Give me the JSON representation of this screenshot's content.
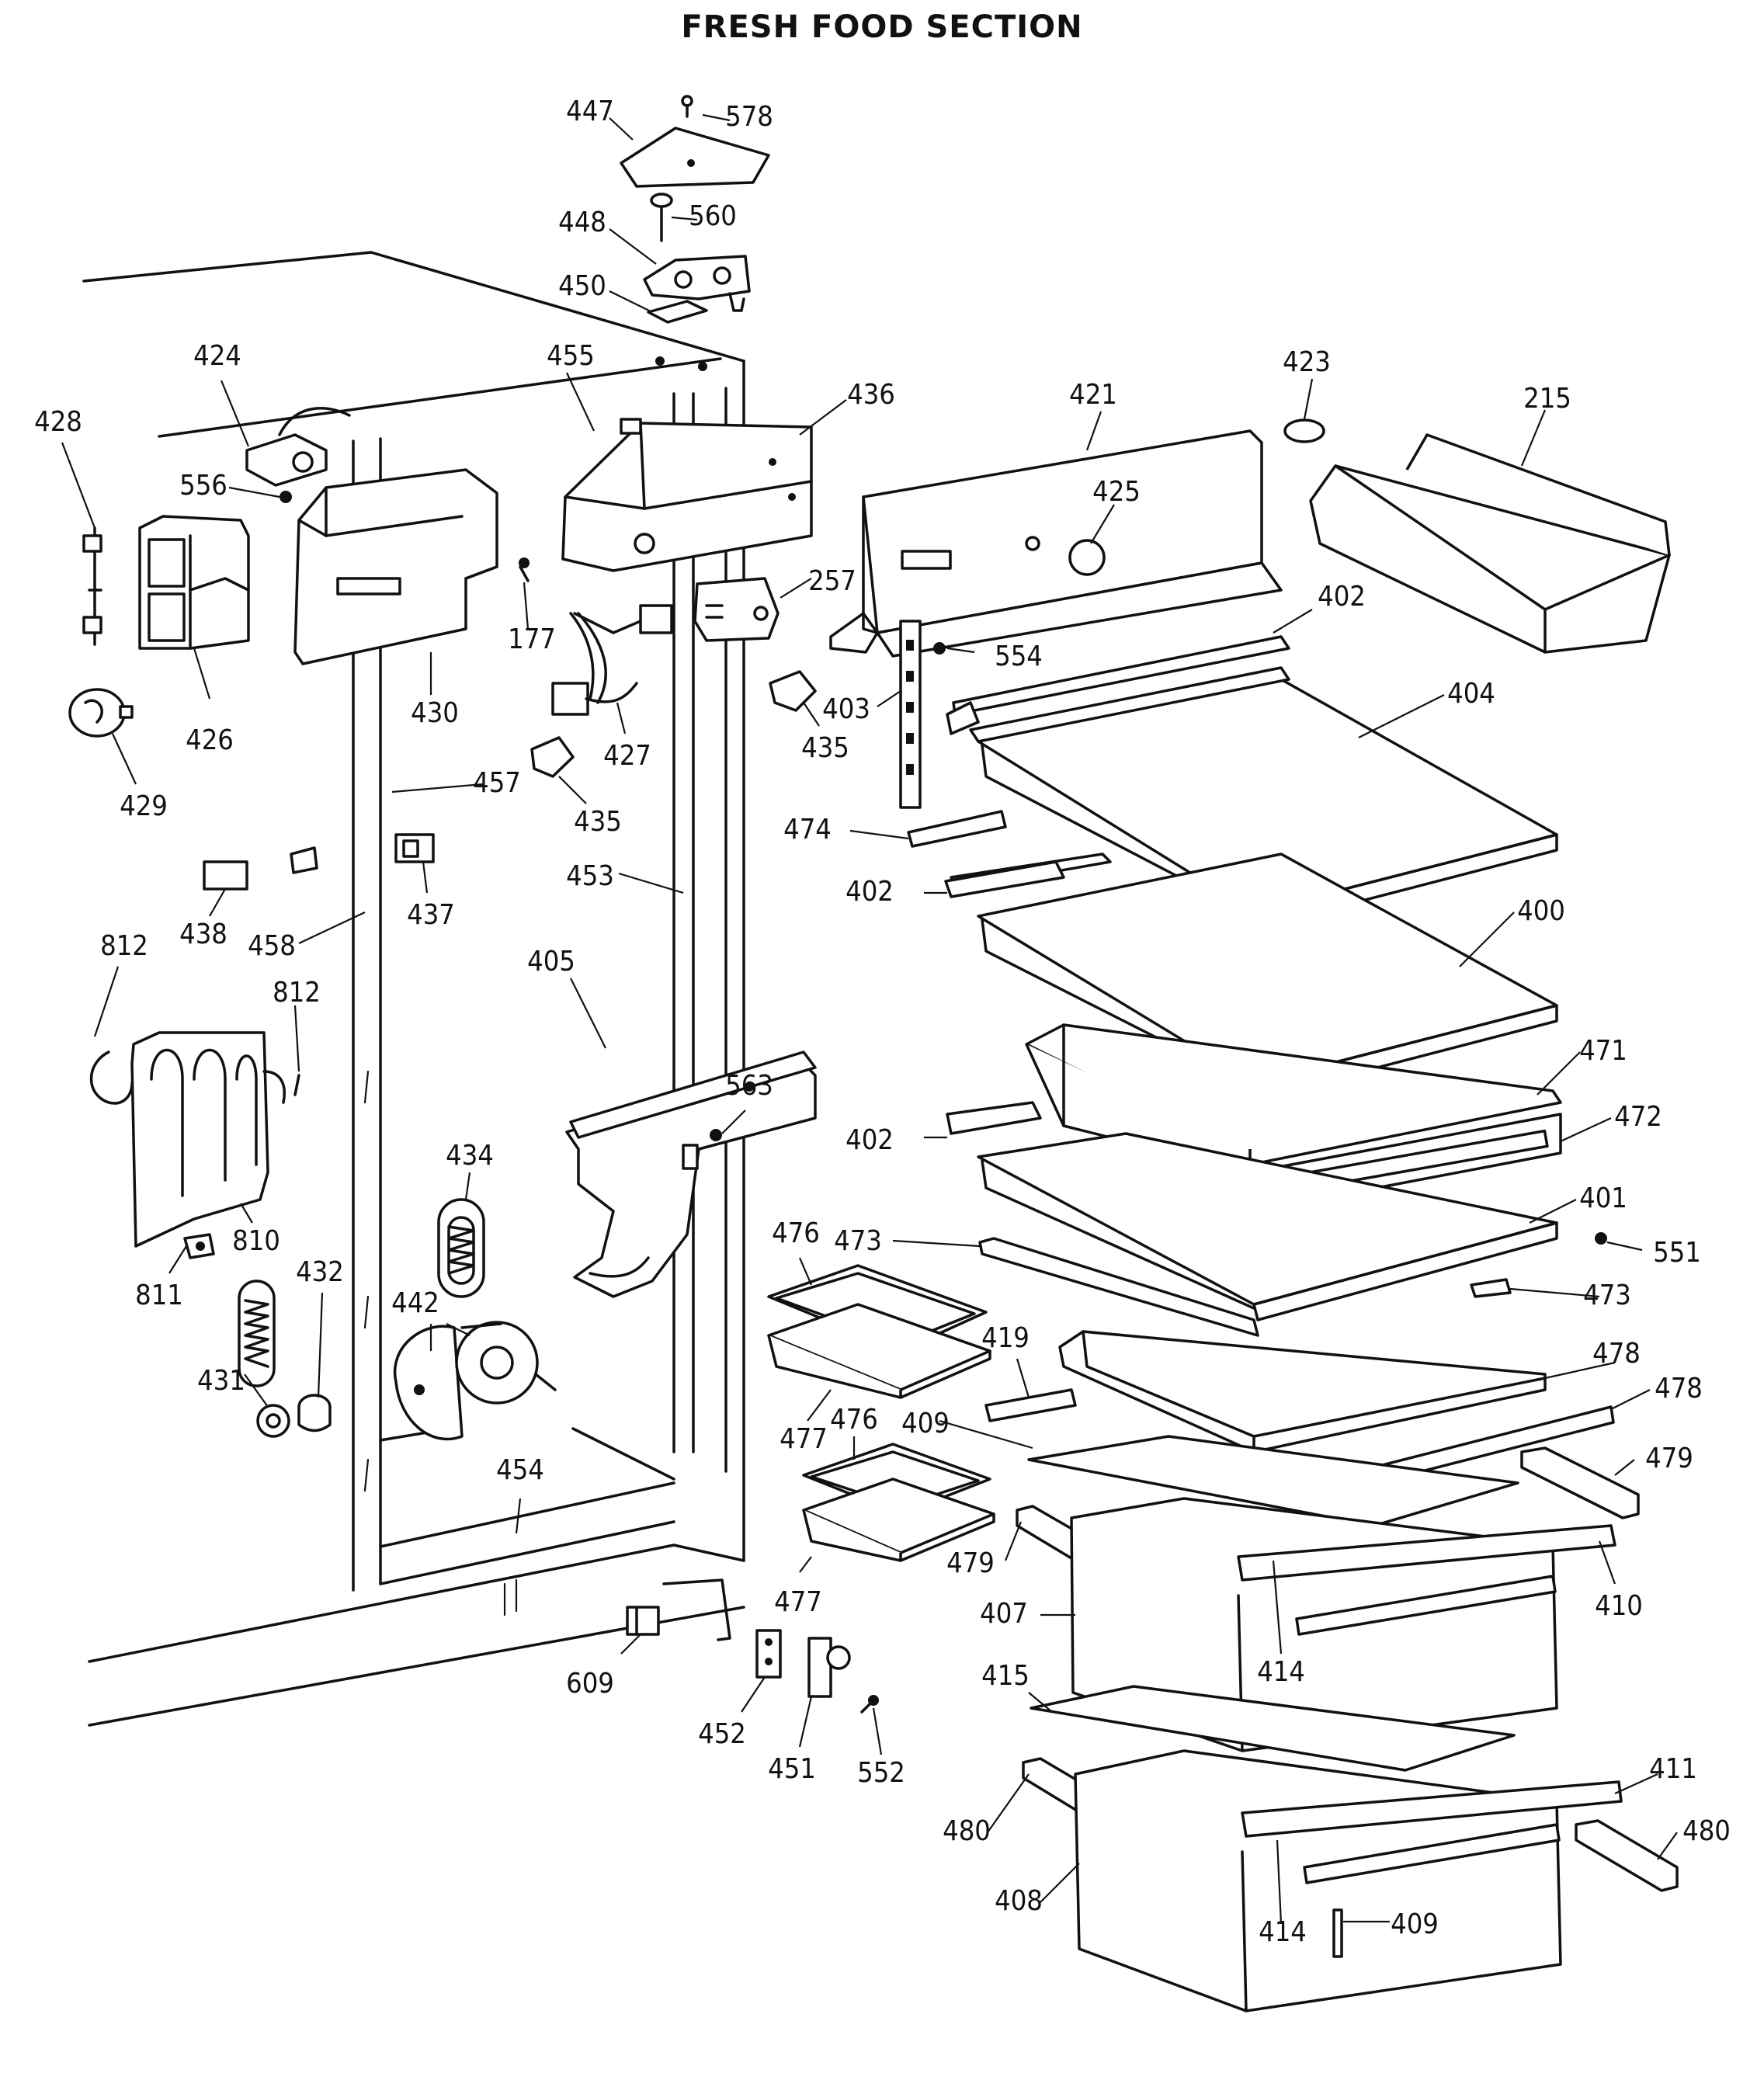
{
  "title": "FRESH FOOD SECTION",
  "callouts": [
    "447",
    "578",
    "560",
    "448",
    "450",
    "455",
    "436",
    "424",
    "428",
    "556",
    "177",
    "430",
    "426",
    "429",
    "257",
    "427",
    "435",
    "435-b",
    "457",
    "453",
    "437",
    "438",
    "458",
    "812",
    "812-b",
    "810",
    "811",
    "405",
    "563",
    "434",
    "432",
    "431",
    "442",
    "454",
    "609",
    "452",
    "451",
    "552",
    "421",
    "423",
    "215",
    "425",
    "402",
    "554",
    "404",
    "403",
    "474",
    "402-b",
    "400",
    "471",
    "472",
    "402-c",
    "401",
    "551",
    "473",
    "473-b",
    "476",
    "477",
    "476-b",
    "477-b",
    "419",
    "409",
    "478",
    "478-b",
    "479",
    "479-b",
    "407",
    "410",
    "414",
    "415",
    "411",
    "480",
    "480-b",
    "408",
    "414-b",
    "409-b"
  ],
  "labels": {
    "447": "447",
    "578": "578",
    "560": "560",
    "448": "448",
    "450": "450",
    "455": "455",
    "436": "436",
    "424": "424",
    "428": "428",
    "556": "556",
    "177": "177",
    "430": "430",
    "426": "426",
    "429": "429",
    "257": "257",
    "427": "427",
    "435": "435",
    "435-b": "435",
    "457": "457",
    "453": "453",
    "437": "437",
    "438": "438",
    "458": "458",
    "812": "812",
    "812-b": "812",
    "810": "810",
    "811": "811",
    "405": "405",
    "563": "563",
    "434": "434",
    "432": "432",
    "431": "431",
    "442": "442",
    "454": "454",
    "609": "609",
    "452": "452",
    "451": "451",
    "552": "552",
    "421": "421",
    "423": "423",
    "215": "215",
    "425": "425",
    "402": "402",
    "554": "554",
    "404": "404",
    "403": "403",
    "474": "474",
    "402-b": "402",
    "400": "400",
    "471": "471",
    "472": "472",
    "402-c": "402",
    "401": "401",
    "551": "551",
    "473": "473",
    "473-b": "473",
    "476": "476",
    "477": "477",
    "476-b": "476",
    "477-b": "477",
    "419": "419",
    "409": "409",
    "478": "478",
    "478-b": "478",
    "479": "479",
    "479-b": "479",
    "407": "407",
    "410": "410",
    "414": "414",
    "415": "415",
    "411": "411",
    "480": "480",
    "480-b": "480",
    "408": "408",
    "414-b": "414",
    "409-b": "409"
  }
}
